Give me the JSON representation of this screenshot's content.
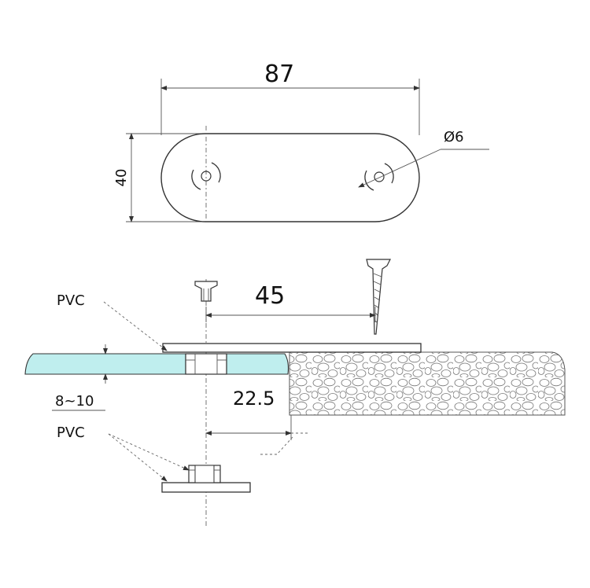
{
  "labels": {
    "dim_length": "87",
    "dim_width": "40",
    "dim_hole": "Ø6",
    "dim_spacing": "45",
    "dim_offset": "22.5",
    "dim_glass": "8~10",
    "pvc_top": "PVC",
    "pvc_bottom": "PVC"
  },
  "colors": {
    "glass": "#bfeeee",
    "stroke": "#333333"
  }
}
